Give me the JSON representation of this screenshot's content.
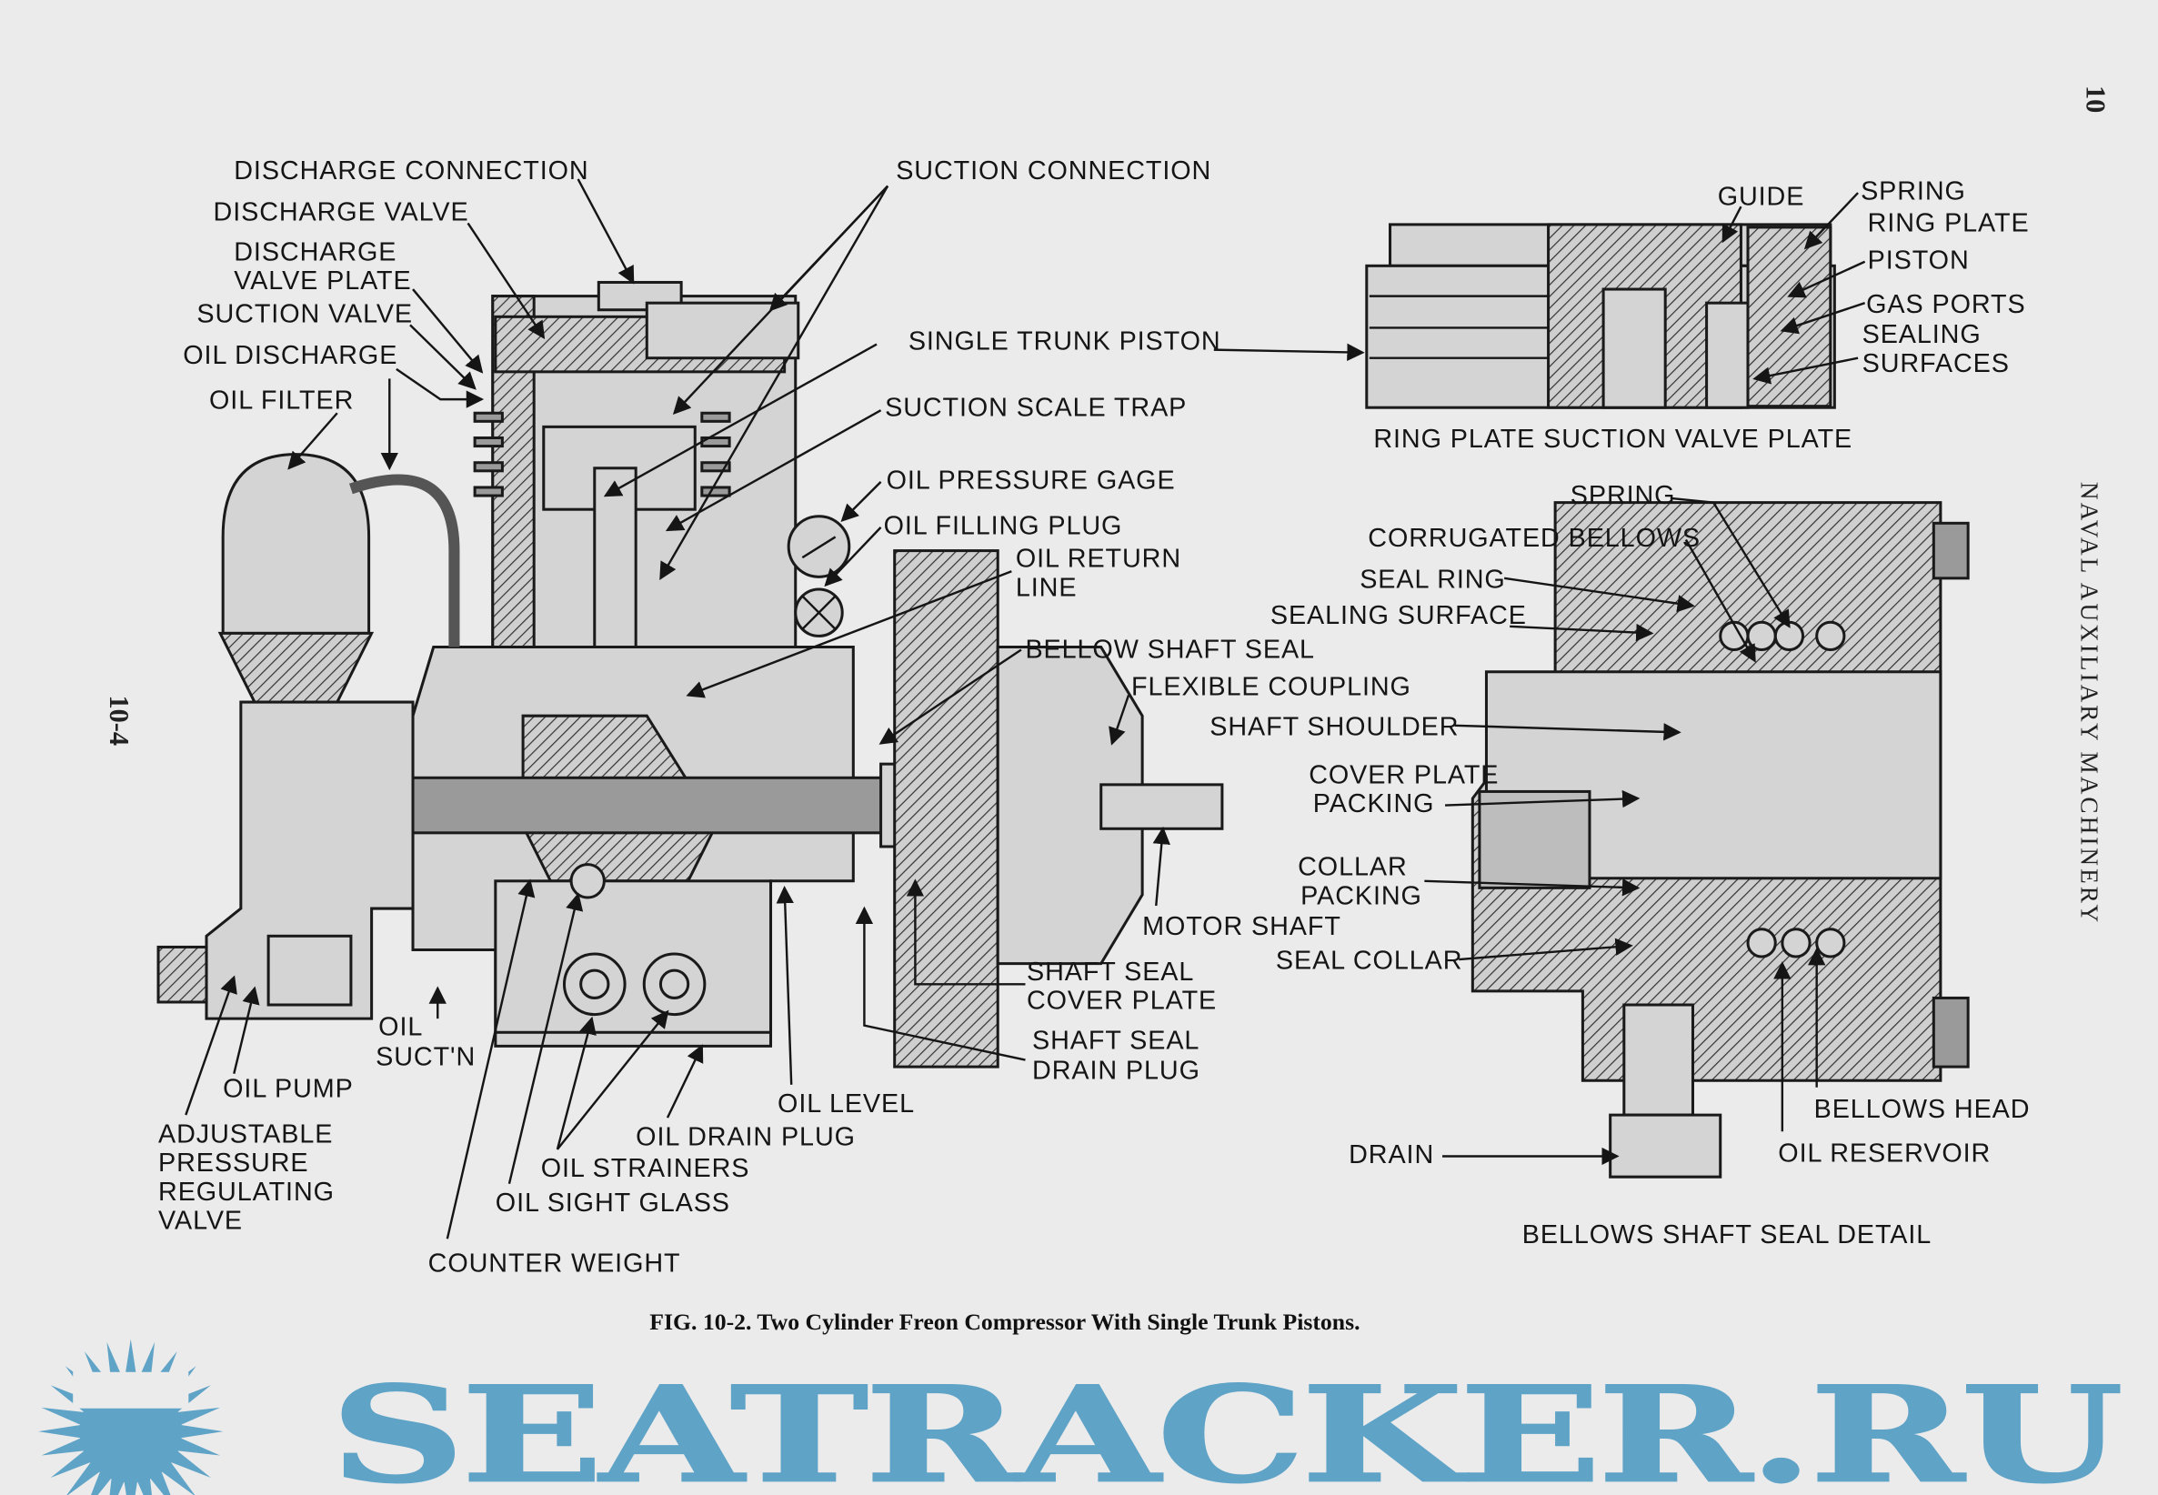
{
  "page": {
    "page_number_left": "10-4",
    "chapter_number": "10",
    "running_head": "NAVAL AUXILIARY MACHINERY",
    "caption": "FIG. 10-2.  Two Cylinder Freon Compressor With Single Trunk Pistons.",
    "watermark": "SEATRACKER.RU"
  },
  "compressor_labels": {
    "discharge_connection": [
      "DISCHARGE CONNECTION"
    ],
    "discharge_valve": [
      "DISCHARGE VALVE"
    ],
    "discharge_valve_plate": [
      "DISCHARGE",
      "VALVE PLATE"
    ],
    "suction_valve": [
      "SUCTION VALVE"
    ],
    "oil_discharge": [
      "OIL DISCHARGE"
    ],
    "oil_filter": [
      "OIL FILTER"
    ],
    "suction_connection": [
      "SUCTION CONNECTION"
    ],
    "single_trunk_piston": [
      "SINGLE TRUNK PISTON"
    ],
    "suction_scale_trap": [
      "SUCTION SCALE TRAP"
    ],
    "oil_pressure_gage": [
      "OIL PRESSURE GAGE"
    ],
    "oil_filling_plug": [
      "OIL FILLING PLUG"
    ],
    "oil_return_line": [
      "OIL RETURN",
      "LINE"
    ],
    "bellow_shaft_seal": [
      "BELLOW SHAFT SEAL"
    ],
    "flexible_coupling": [
      "FLEXIBLE COUPLING"
    ],
    "motor_shaft": [
      "MOTOR SHAFT"
    ],
    "shaft_seal_cover_plate": [
      "SHAFT SEAL",
      "COVER PLATE"
    ],
    "shaft_seal_drain_plug": [
      "SHAFT SEAL",
      "DRAIN PLUG"
    ],
    "oil_level": [
      "OIL LEVEL"
    ],
    "oil_drain_plug": [
      "OIL DRAIN PLUG"
    ],
    "oil_strainers": [
      "OIL STRAINERS"
    ],
    "oil_sight_glass": [
      "OIL SIGHT GLASS"
    ],
    "counter_weight": [
      "COUNTER WEIGHT"
    ],
    "oil_suction": [
      "OIL",
      "SUCT'N"
    ],
    "oil_pump": [
      "OIL PUMP"
    ],
    "adjustable_valve": [
      "ADJUSTABLE",
      "PRESSURE",
      "REGULATING",
      "VALVE"
    ]
  },
  "valve_plate_labels": {
    "guide": "GUIDE",
    "spring": "SPRING",
    "ring_plate": "RING PLATE",
    "piston": "PISTON",
    "gas_ports": "GAS PORTS",
    "sealing_surfaces": [
      "SEALING",
      "SURFACES"
    ],
    "title": "RING PLATE SUCTION VALVE PLATE"
  },
  "seal_labels": {
    "spring": "SPRING",
    "corrugated_bellows": "CORRUGATED BELLOWS",
    "seal_ring": "SEAL RING",
    "sealing_surface": "SEALING SURFACE",
    "shaft_shoulder": "SHAFT SHOULDER",
    "cover_plate_packing": [
      "COVER PLATE",
      "PACKING"
    ],
    "collar_packing": [
      "COLLAR",
      "PACKING"
    ],
    "seal_collar": "SEAL COLLAR",
    "bellows_head": "BELLOWS HEAD",
    "oil_reservoir": "OIL RESERVOIR",
    "drain": "DRAIN",
    "title": "BELLOWS SHAFT SEAL DETAIL"
  },
  "colors": {
    "paper": "#ebebeb",
    "ink": "#151515",
    "watermark": "#5fa3c7"
  }
}
